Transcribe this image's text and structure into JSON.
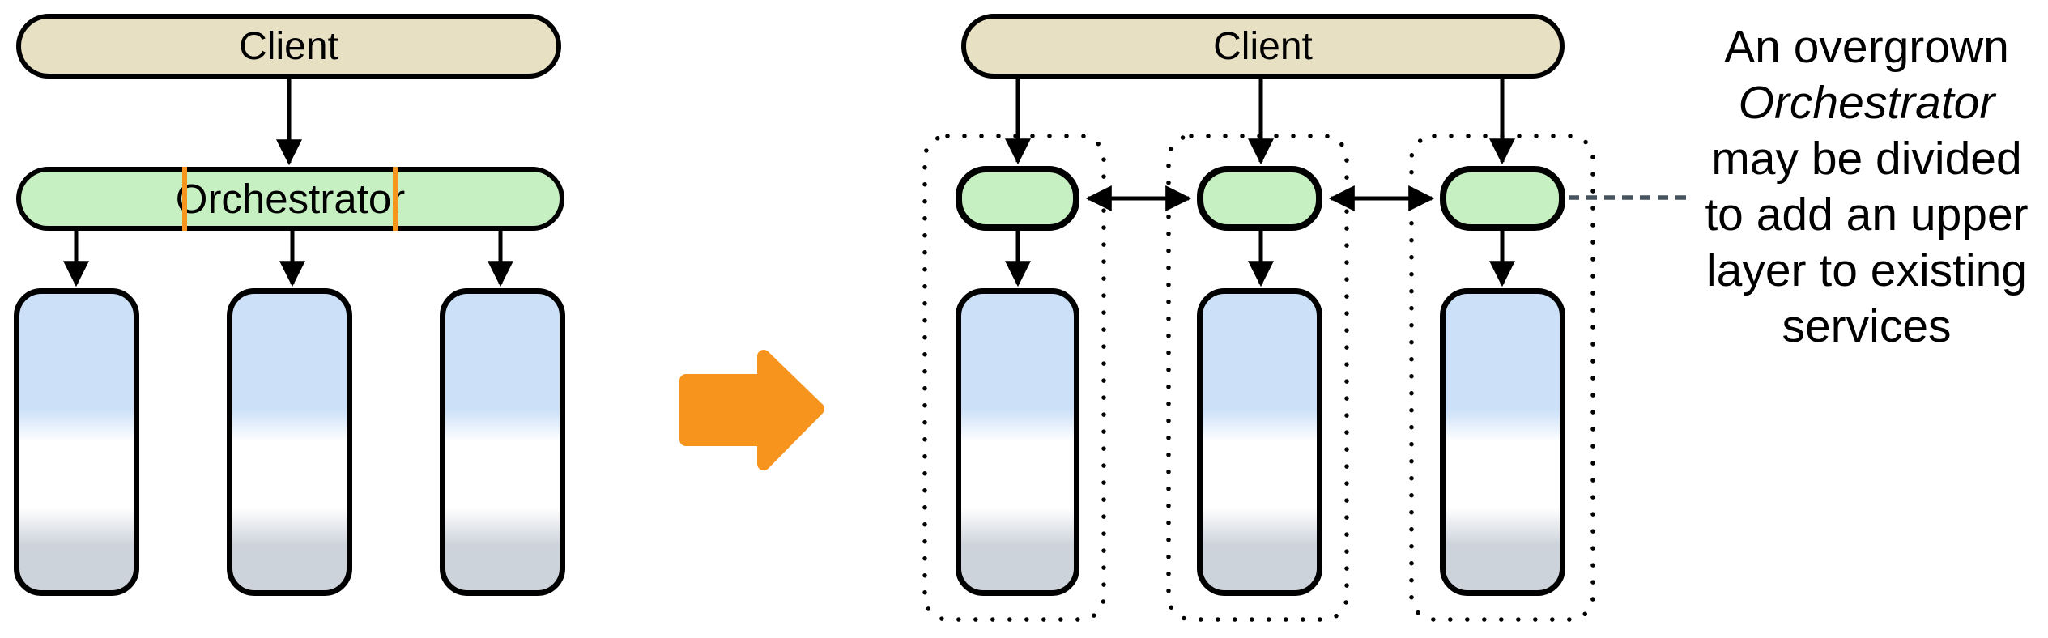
{
  "left_diagram": {
    "client_label": "Client",
    "orchestrator_label": "Orchestrator"
  },
  "right_diagram": {
    "client_label": "Client"
  },
  "annotation": {
    "lines": {
      "0": "An overgrown",
      "1": "Orchestrator",
      "2": "may be divided",
      "3": "to add an upper",
      "4": "layer to existing",
      "5": "services"
    }
  },
  "colors": {
    "client_fill": "#e7e0c3",
    "orchestrator_fill": "#c6f0c2",
    "service_top": "#cce0f8",
    "service_bottom": "#cdd3db",
    "divider_orange": "#f7941e",
    "transform_arrow_orange": "#f7941e",
    "callout_dash": "#47545f",
    "outline_black": "#000000"
  }
}
